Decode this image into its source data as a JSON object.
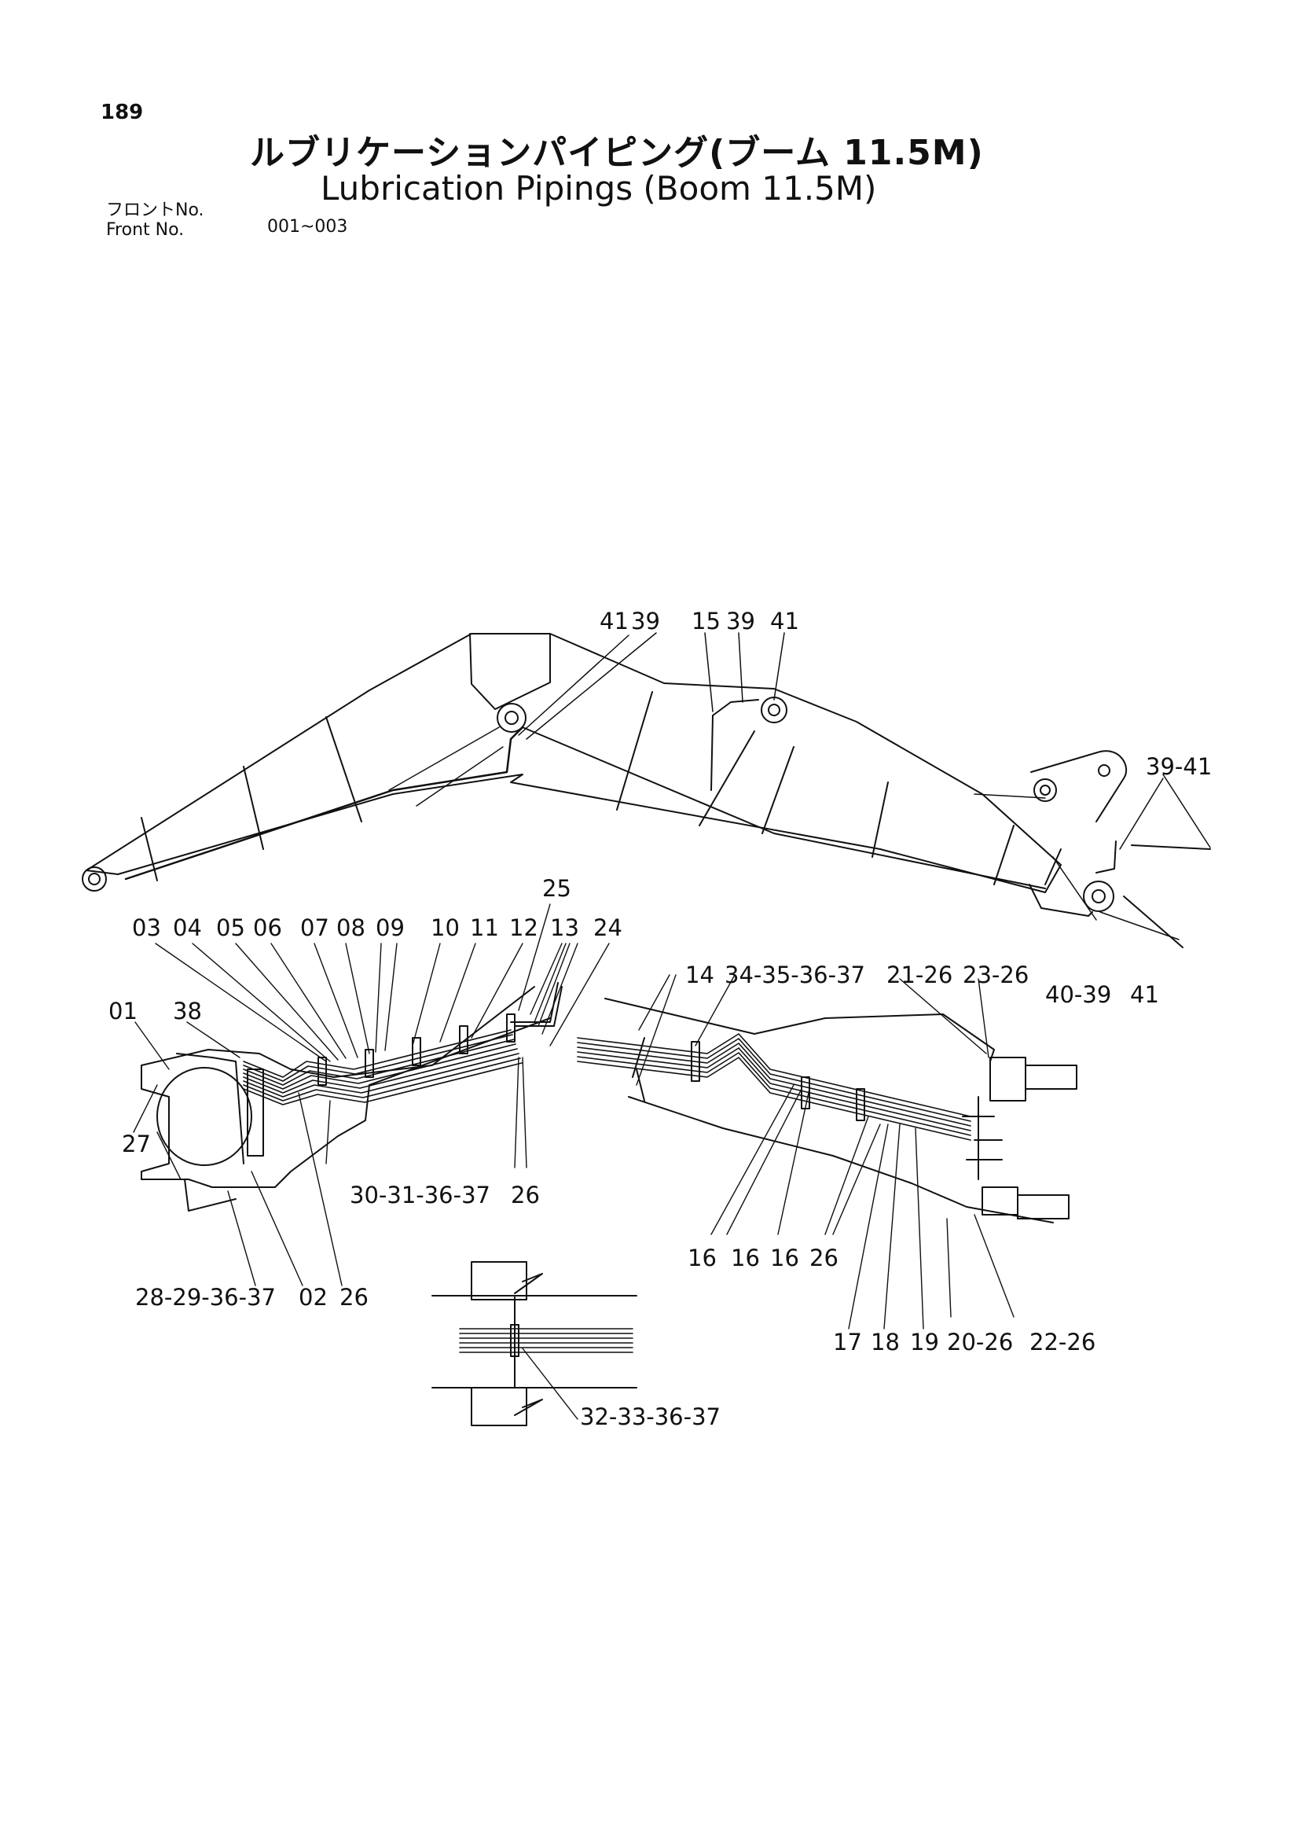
{
  "page_number": "189",
  "title_jp": "ルブリケーションパイピング(ブーム 11.5M)",
  "title_en": "Lubrication Pipings (Boom 11.5M)",
  "front_label_jp": "フロントNo.",
  "front_label_en": "Front No.",
  "front_range": "001~003",
  "part_labels": {
    "top_41a": "41",
    "top_39a": "39",
    "top_15": "15",
    "top_39b": "39",
    "top_41b": "41",
    "r_39_41": "39-41",
    "r_40_39": "40-39",
    "r_41": "41",
    "d_25": "25",
    "d_03": "03",
    "d_04": "04",
    "d_05": "05",
    "d_06": "06",
    "d_07": "07",
    "d_08": "08",
    "d_09": "09",
    "d_10": "10",
    "d_11": "11",
    "d_12": "12",
    "d_13": "13",
    "d_24": "24",
    "d_01": "01",
    "d_38": "38",
    "d_27": "27",
    "d_30_31": "30-31-36-37",
    "d_26a": "26",
    "d_28_29": "28-29-36-37",
    "d_02": "02",
    "d_26b": "26",
    "e_14": "14",
    "e_34_35": "34-35-36-37",
    "e_21_26": "21-26",
    "e_23_26": "23-26",
    "e_16a": "16",
    "e_16b": "16",
    "e_16c": "16",
    "e_26": "26",
    "e_17": "17",
    "e_18": "18",
    "e_19": "19",
    "e_20_26": "20-26",
    "e_22_26": "22-26",
    "c_32_33": "32-33-36-37"
  }
}
